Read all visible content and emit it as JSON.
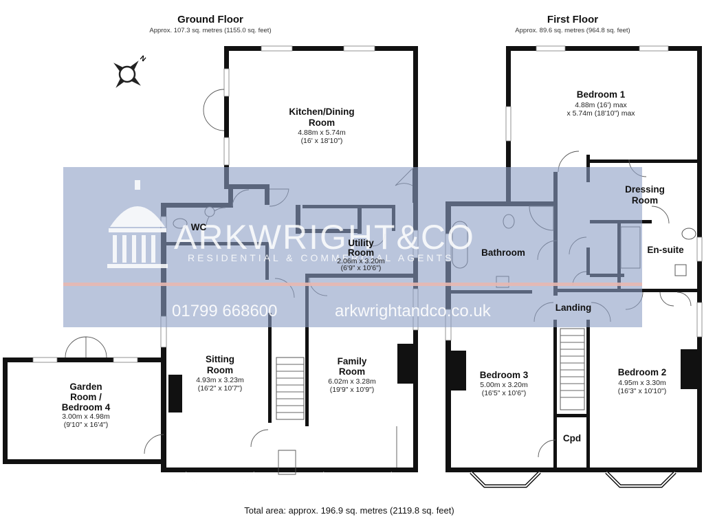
{
  "ground_floor": {
    "title": "Ground Floor",
    "area": "Approx. 107.3 sq. metres (1155.0 sq. feet)",
    "rooms": {
      "kitchen": {
        "name_1": "Kitchen/Dining",
        "name_2": "Room",
        "dim_1": "4.88m x 5.74m",
        "dim_2": "(16' x 18'10\")"
      },
      "wc": {
        "name_1": "WC"
      },
      "utility": {
        "name_1": "Utility",
        "name_2": "Room",
        "dim_1": "2.06m x 3.20m",
        "dim_2": "(6'9\" x 10'6\")"
      },
      "sitting": {
        "name_1": "Sitting",
        "name_2": "Room",
        "dim_1": "4.93m x 3.23m",
        "dim_2": "(16'2\" x 10'7\")"
      },
      "family": {
        "name_1": "Family",
        "name_2": "Room",
        "dim_1": "6.02m x 3.28m",
        "dim_2": "(19'9\" x 10'9\")"
      },
      "garden": {
        "name_1": "Garden",
        "name_2": "Room /",
        "name_3": "Bedroom 4",
        "dim_1": "3.00m x 4.98m",
        "dim_2": "(9'10\" x 16'4\")"
      }
    }
  },
  "first_floor": {
    "title": "First Floor",
    "area": "Approx. 89.6 sq. metres (964.8 sq. feet)",
    "rooms": {
      "bedroom1": {
        "name_1": "Bedroom 1",
        "dim_1": "4.88m (16') max",
        "dim_2": "x 5.74m (18'10\") max"
      },
      "dressing": {
        "name_1": "Dressing",
        "name_2": "Room"
      },
      "ensuite": {
        "name_1": "En-suite"
      },
      "bathroom": {
        "name_1": "Bathroom"
      },
      "landing": {
        "name_1": "Landing"
      },
      "bedroom3": {
        "name_1": "Bedroom 3",
        "dim_1": "5.00m x 3.20m",
        "dim_2": "(16'5\" x 10'6\")"
      },
      "bedroom2": {
        "name_1": "Bedroom 2",
        "dim_1": "4.95m x 3.30m",
        "dim_2": "(16'3\" x 10'10\")"
      },
      "cpd": {
        "name_1": "Cpd"
      }
    }
  },
  "compass": {
    "label": "N"
  },
  "watermark": {
    "brand": "ARKWRIGHT&CO",
    "tagline": "RESIDENTIAL & COMMERCIAL AGENTS",
    "phone": "01799 668600",
    "website": "arkwrightandco.co.uk"
  },
  "total_area": "Total area: approx. 196.9 sq. metres (2119.8 sq. feet)"
}
